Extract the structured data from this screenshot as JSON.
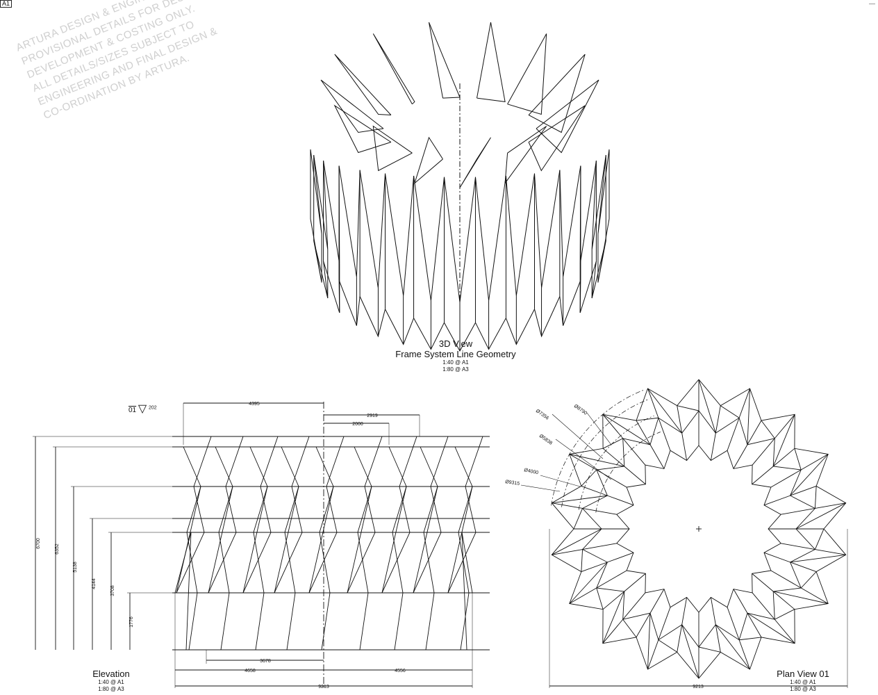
{
  "sheet": {
    "corner_tag": "A1",
    "corner_mark": "—"
  },
  "watermark": {
    "lines": [
      "ARTURA DESIGN & ENGINEERING LTD.",
      "PROVISIONAL DETAILS FOR DESIGN",
      "DEVELOPMENT  & COSTING ONLY.",
      "ALL DETAILS/SIZES SUBJECT TO",
      "ENGINEERING AND FINAL DESIGN &",
      "CO-ORDINATION BY ARTURA."
    ]
  },
  "view_3d": {
    "title": "3D View",
    "subtitle": "Frame System Line Geometry",
    "scale_a1": "1:40 @ A1",
    "scale_a3": "1:80 @ A3"
  },
  "elevation": {
    "title": "Elevation",
    "scale_a1": "1:40 @ A1",
    "scale_a3": "1:80 @ A3",
    "section_ref": "01",
    "section_sheet": "202",
    "dims_vertical": [
      "6700",
      "6352",
      "5138",
      "4144",
      "3708",
      "1776"
    ],
    "dims_top": [
      "4395",
      "2919",
      "2000"
    ],
    "dims_bottom": [
      "3678",
      "4658",
      "4556",
      "9213"
    ]
  },
  "plan": {
    "title": "Plan View 01",
    "scale_a1": "1:40 @ A1",
    "scale_a3": "1:80 @ A3",
    "diameters": [
      "Ø7356",
      "Ø8790",
      "Ø5838",
      "Ø4000",
      "Ø9315"
    ],
    "width_dim": "9213"
  }
}
